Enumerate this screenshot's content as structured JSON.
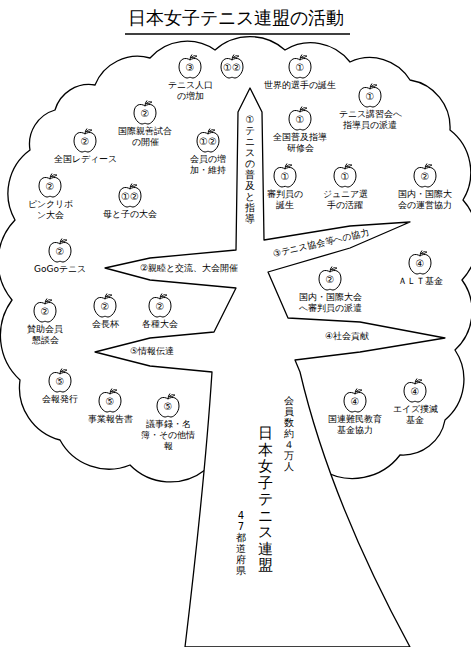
{
  "diagram": {
    "title": "日本女子テニス連盟の活動",
    "nodes": [
      {
        "text": [
          "①",
          "世界的選手の誕生"
        ]
      },
      {
        "text": [
          "③",
          "テニス人口の増加"
        ]
      },
      {
        "text": [
          "①②"
        ]
      },
      {
        "text": [
          "②",
          "国際親善試合の開催"
        ]
      },
      {
        "text": [
          "②",
          "全国レディース"
        ]
      },
      {
        "text": [
          "①②",
          "会員の増加・維持"
        ]
      },
      {
        "text": [
          "①",
          "全国普及指導研修会"
        ]
      },
      {
        "text": [
          "①",
          "テニス講習会へ指導員の派遣"
        ]
      },
      {
        "text": [
          "②",
          "ピンクリボン大会"
        ]
      },
      {
        "text": [
          "①②",
          "母と子の大会"
        ]
      },
      {
        "text": [
          "①",
          "審判員の誕生"
        ]
      },
      {
        "text": [
          "①",
          "ジュニア選手の活躍"
        ]
      },
      {
        "text": [
          "②",
          "国内・国際大会の運営協力"
        ]
      },
      {
        "text": [
          "②",
          "GoGoテニス"
        ]
      },
      {
        "text": [
          "②",
          "賛助会員懇談会"
        ]
      },
      {
        "text": [
          "②",
          "会長杯"
        ]
      },
      {
        "text": [
          "②",
          "各種大会"
        ]
      },
      {
        "text": [
          "②",
          "国内・国際大会へ審判員の派遣"
        ]
      },
      {
        "text": [
          "④",
          "ＡＬＴ基金"
        ]
      },
      {
        "text": [
          "⑤",
          "会報発行"
        ]
      },
      {
        "text": [
          "⑤",
          "事業報告書"
        ]
      },
      {
        "text": [
          "⑤",
          "議事録・名簿・その他情報"
        ]
      },
      {
        "text": [
          "④",
          "国連難民教育基金協力"
        ]
      },
      {
        "text": [
          "④",
          "エイズ撲滅基金"
        ]
      }
    ],
    "labels": [
      "①テニスの普及と指導",
      "②親睦と交流、大会開催",
      "③テニス協会等への協力",
      "④社会貢献",
      "⑤情報伝達",
      "会員数約４万人",
      "日本女子テニス連盟",
      "47都道府県"
    ]
  }
}
